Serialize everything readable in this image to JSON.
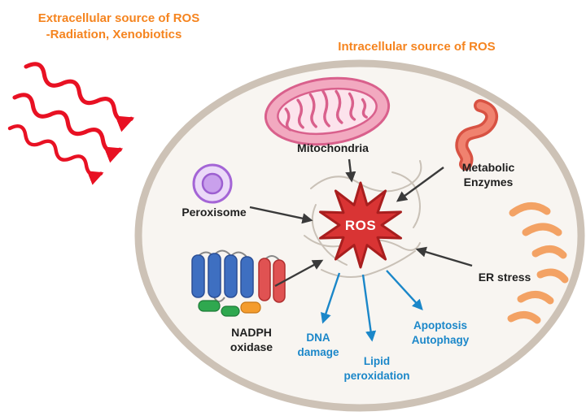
{
  "headings": {
    "extracellular": {
      "line1": "Extracellular source of ROS",
      "line2": "-Radiation, Xenobiotics"
    },
    "intracellular": "Intracellular source of ROS"
  },
  "organelles": {
    "mitochondria": "Mitochondria",
    "metabolic": {
      "line1": "Metabolic",
      "line2": "Enzymes"
    },
    "peroxisome": "Peroxisome",
    "nadph": {
      "line1": "NADPH",
      "line2": "oxidase"
    },
    "er_stress": "ER stress"
  },
  "center": {
    "ros": "ROS"
  },
  "effects": {
    "dna": {
      "line1": "DNA",
      "line2": "damage"
    },
    "lipid": {
      "line1": "Lipid",
      "line2": "peroxidation"
    },
    "apoptosis": {
      "line1": "Apoptosis",
      "line2": "Autophagy"
    }
  },
  "colors": {
    "heading_orange": "#F5841F",
    "effect_blue": "#1B87C9",
    "radiation_red": "#E81123",
    "ros_star_fill": "#D93434",
    "ros_star_stroke": "#A81E1E",
    "cell_membrane": "#CDC2B6",
    "cell_fill": "#F8F5F1",
    "mitochondria_pink": "#F2A9C0",
    "mitochondria_stroke": "#D9608C",
    "peroxisome_purple": "#A465D6",
    "er_orange": "#F3A264",
    "nadph_blue": "#3E6FC1",
    "nadph_red": "#E05252",
    "arrow_gray": "#3A3A3A"
  }
}
